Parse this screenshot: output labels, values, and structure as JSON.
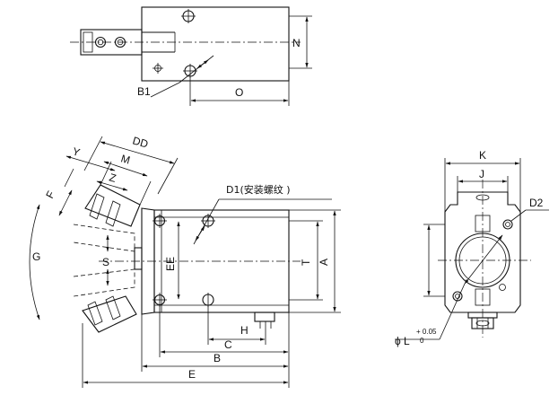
{
  "labels": {
    "N": "N",
    "B1": "B1",
    "O": "O",
    "DD": "DD",
    "Y": "Y",
    "M": "M",
    "Z": "Z",
    "F": "F",
    "G": "G",
    "S": "S",
    "D1": "D1(安装螺纹 )",
    "EE": "EE",
    "T": "T",
    "A": "A",
    "H": "H",
    "C": "C",
    "B": "B",
    "E": "E",
    "K": "K",
    "J": "J",
    "D2": "D2",
    "phiL": "ϕ L",
    "tol_upper": "+ 0.05",
    "tol_lower": "0"
  }
}
